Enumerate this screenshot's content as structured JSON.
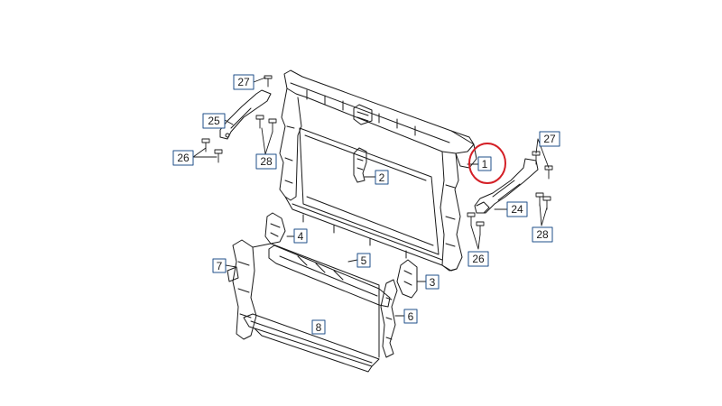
{
  "diagram": {
    "line_color": "#1a1a1a",
    "callout_border": "#1f4f8a",
    "highlight_color": "#d41f26",
    "labels": {
      "l1": "1",
      "l2": "2",
      "l3": "3",
      "l4": "4",
      "l5": "5",
      "l6": "6",
      "l7": "7",
      "l8": "8",
      "l24": "24",
      "l25": "25",
      "l26a": "26",
      "l26b": "26",
      "l27a": "27",
      "l27b": "27",
      "l28a": "28",
      "l28b": "28"
    },
    "highlighted": "1"
  }
}
